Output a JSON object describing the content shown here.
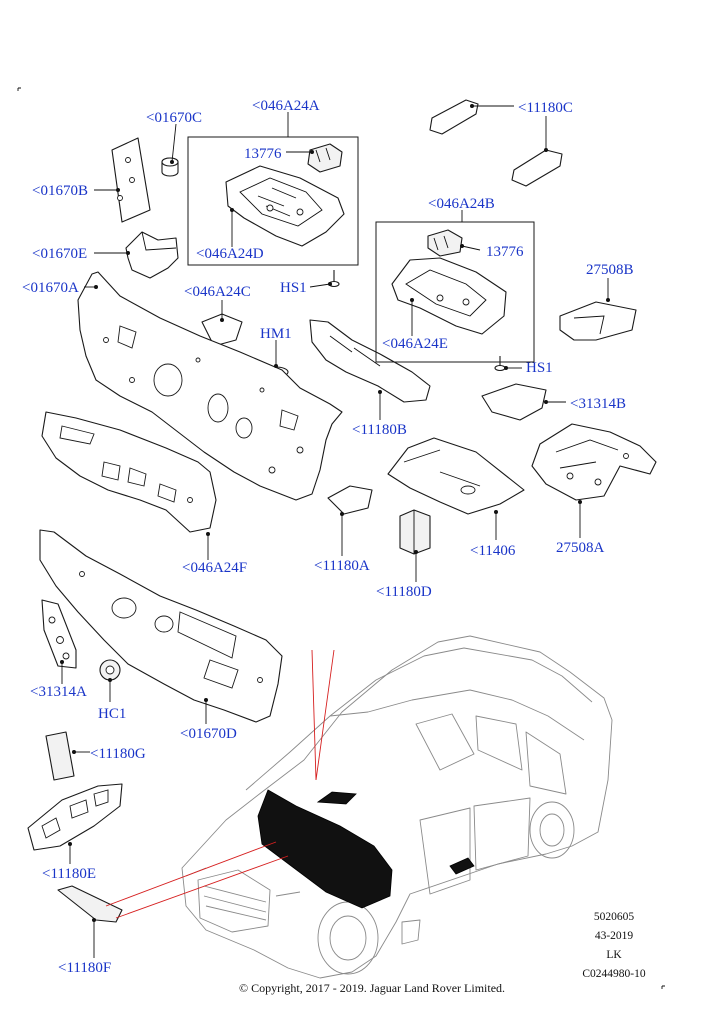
{
  "callouts": {
    "c01670C": "<01670C",
    "c01670B": "<01670B",
    "c01670E": "<01670E",
    "c01670A": "<01670A",
    "c046A24A": "<046A24A",
    "c13776a": "13776",
    "c046A24D": "<046A24D",
    "c046A24C": "<046A24C",
    "cHS1a": "HS1",
    "cHM1": "HM1",
    "c11180C": "<11180C",
    "c046A24B": "<046A24B",
    "c13776b": "13776",
    "c046A24E": "<046A24E",
    "cHS1b": "HS1",
    "c27508B": "27508B",
    "c31314B": "<31314B",
    "c11180B": "<11180B",
    "c046A24F": "<046A24F",
    "c11180A": "<11180A",
    "c11406": "<11406",
    "c27508A": "27508A",
    "c11180D": "<11180D",
    "c31314A": "<31314A",
    "cHC1": "HC1",
    "c01670D": "<01670D",
    "c11180G": "<11180G",
    "c11180E": "<11180E",
    "c11180F": "<11180F"
  },
  "meta": {
    "code": "5020605",
    "week": "43-2019",
    "region": "LK",
    "illustration": "C0244980-10"
  },
  "copyright": "© Copyright, 2017 - 2019. Jaguar Land Rover Limited."
}
